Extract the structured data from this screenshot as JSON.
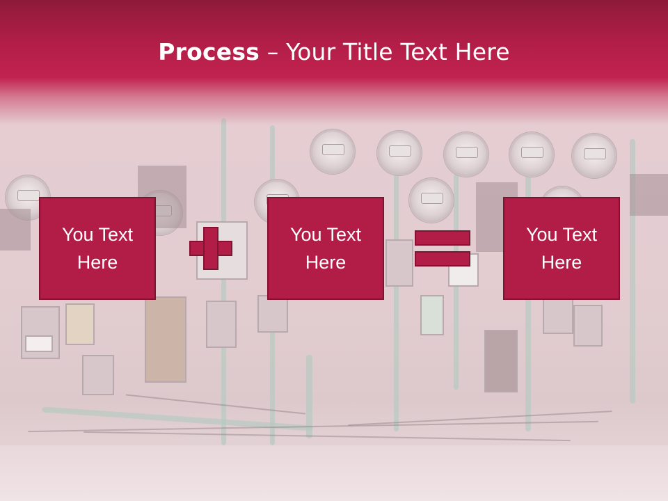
{
  "slide": {
    "title_bold": "Process",
    "title_rest": " – Your Title Text Here"
  },
  "process": {
    "boxes": [
      {
        "label": "You Text\nHere"
      },
      {
        "label": "You Text\nHere"
      },
      {
        "label": "You Text\nHere"
      }
    ],
    "operators": [
      "plus-icon",
      "equals-icon"
    ]
  },
  "colors": {
    "accent": "#b21d48",
    "accent_border": "#7f1331",
    "title_bar_top": "#8e1a3a",
    "text_light": "#ffffff"
  }
}
